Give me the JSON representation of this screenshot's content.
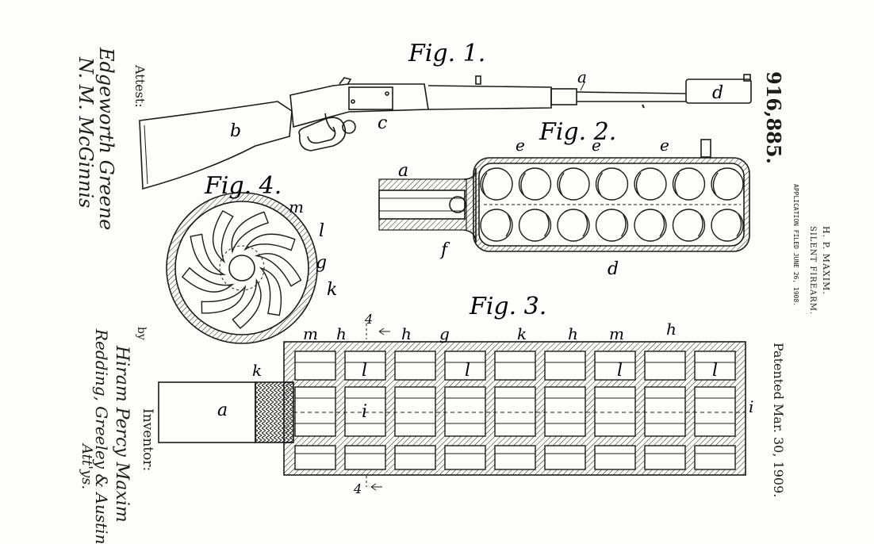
{
  "header": {
    "patent_number": "916,885.",
    "inventor_name": "H. P. MAXIM.",
    "title": "SILENT FIREARM.",
    "application_filed": "APPLICATION FILED JUNE 26, 1908.",
    "patented": "Patented Mar. 30, 1909."
  },
  "left_margin": {
    "attest_label": "Attest:",
    "witness_1": "Edgeworth Greene",
    "witness_2": "N. M. McGinnis",
    "inventor_label": "Inventor:",
    "by_label": "by",
    "inventor_signature": "Hiram Percy Maxim",
    "attorneys": "Redding, Greeley & Austin",
    "attys_label": "Att'ys."
  },
  "figures": {
    "fig1": {
      "title": "Fig. 1.",
      "labels": {
        "a": "a",
        "b": "b",
        "c": "c",
        "d": "d"
      }
    },
    "fig2": {
      "title": "Fig. 2.",
      "labels": {
        "a": "a",
        "e": "e",
        "f": "f",
        "d": "d"
      }
    },
    "fig3": {
      "title": "Fig. 3.",
      "labels": {
        "a": "a",
        "g": "g",
        "h": "h",
        "i": "i",
        "k": "k",
        "l": "l",
        "m": "m",
        "section": "4"
      }
    },
    "fig4": {
      "title": "Fig. 4.",
      "labels": {
        "m": "m",
        "l": "l",
        "g": "g",
        "k": "k"
      }
    }
  },
  "colors": {
    "ink": "#1b1b1b",
    "paper": "#fdfdfc"
  }
}
